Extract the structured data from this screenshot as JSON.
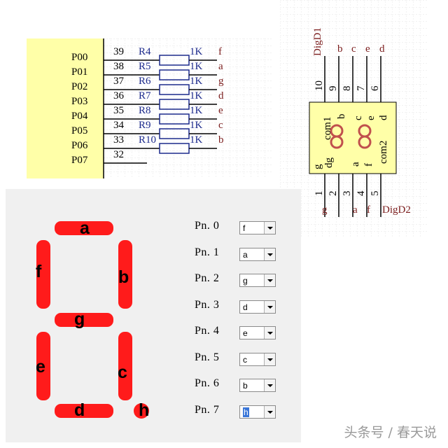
{
  "mcu": {
    "pins": [
      {
        "name": "P00",
        "num": "39",
        "res": "R4",
        "val": "1K",
        "seg": "f"
      },
      {
        "name": "P01",
        "num": "38",
        "res": "R5",
        "val": "1K",
        "seg": "a"
      },
      {
        "name": "P02",
        "num": "37",
        "res": "R6",
        "val": "1K",
        "seg": "g"
      },
      {
        "name": "P03",
        "num": "36",
        "res": "R7",
        "val": "1K",
        "seg": "d"
      },
      {
        "name": "P04",
        "num": "35",
        "res": "R8",
        "val": "1K",
        "seg": "e"
      },
      {
        "name": "P05",
        "num": "34",
        "res": "R9",
        "val": "1K",
        "seg": "c"
      },
      {
        "name": "P06",
        "num": "33",
        "res": "R10",
        "val": "1K",
        "seg": "b"
      },
      {
        "name": "P07",
        "num": "32",
        "res": "",
        "val": "",
        "seg": ""
      }
    ],
    "colors": {
      "body": "#ffffa8",
      "wire": "#000000",
      "resistor": "#1c2a8c",
      "net": "#7a1b1b"
    }
  },
  "display": {
    "ref_top": "DigD1",
    "ref_bottom": "DigD2",
    "top_nets": [
      "b",
      "c",
      "e",
      "d"
    ],
    "top_pin_nums": [
      "10",
      "9",
      "8",
      "7",
      "6"
    ],
    "bottom_pin_nums": [
      "1",
      "2",
      "3",
      "4",
      "5"
    ],
    "bottom_nets": [
      "g",
      "a",
      "f"
    ],
    "body_labels": {
      "left_top": "com1",
      "b": "b",
      "c": "c",
      "e": "e",
      "d": "d",
      "g": "g",
      "dg": "dg",
      "a": "a",
      "f": "f",
      "com2": "com2"
    },
    "colors": {
      "body": "#ffffa8",
      "digit": "#c0504d",
      "label": "#7a1b1b"
    }
  },
  "segments": {
    "labels": {
      "a": "a",
      "b": "b",
      "c": "c",
      "d": "d",
      "e": "e",
      "f": "f",
      "g": "g",
      "h": "h"
    },
    "color": "#ff1b1b"
  },
  "pin_map": [
    {
      "label": "Pn. 0",
      "value": "f"
    },
    {
      "label": "Pn. 1",
      "value": "a"
    },
    {
      "label": "Pn. 2",
      "value": "g"
    },
    {
      "label": "Pn. 3",
      "value": "d"
    },
    {
      "label": "Pn. 4",
      "value": "e"
    },
    {
      "label": "Pn. 5",
      "value": "c"
    },
    {
      "label": "Pn. 6",
      "value": "b"
    },
    {
      "label": "Pn. 7",
      "value": "h"
    }
  ],
  "watermark": "头条号 / 春天说"
}
